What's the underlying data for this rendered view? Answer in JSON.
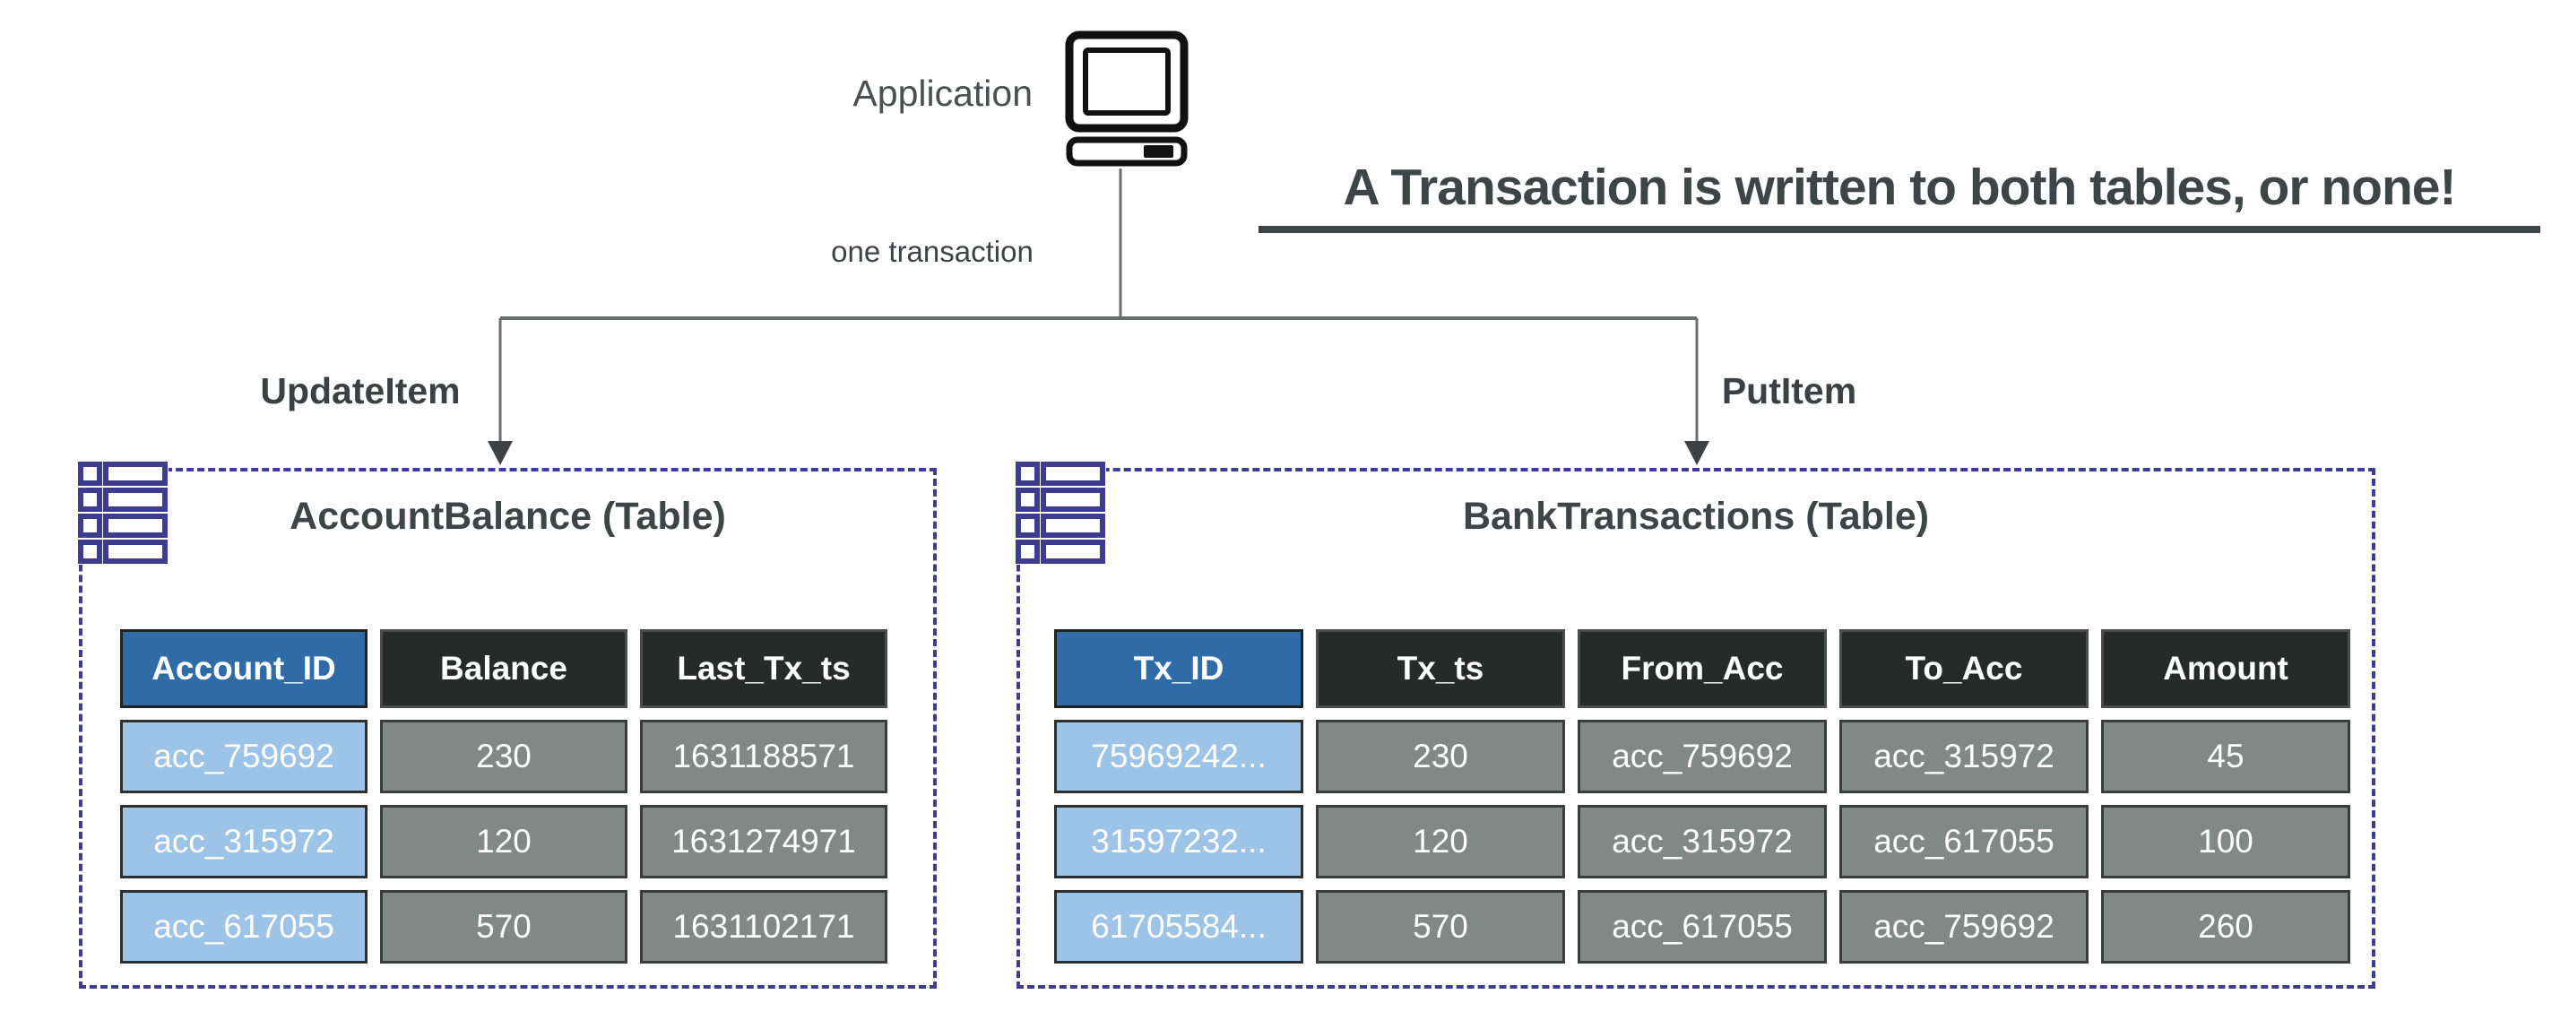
{
  "app": {
    "label": "Application"
  },
  "transaction_label": "one transaction",
  "headline": "A Transaction is written to both tables, or none!",
  "left_branch": {
    "operation": "UpdateItem"
  },
  "right_branch": {
    "operation": "PutItem"
  },
  "left_table": {
    "title": "AccountBalance (Table)",
    "columns": [
      "Account_ID",
      "Balance",
      "Last_Tx_ts"
    ],
    "rows": [
      [
        "acc_759692",
        "230",
        "1631188571"
      ],
      [
        "acc_315972",
        "120",
        "1631274971"
      ],
      [
        "acc_617055",
        "570",
        "1631102171"
      ]
    ]
  },
  "right_table": {
    "title": "BankTransactions (Table)",
    "columns": [
      "Tx_ID",
      "Tx_ts",
      "From_Acc",
      "To_Acc",
      "Amount"
    ],
    "rows": [
      [
        "75969242...",
        "230",
        "acc_759692",
        "acc_315972",
        "45"
      ],
      [
        "31597232...",
        "120",
        "acc_315972",
        "acc_617055",
        "100"
      ],
      [
        "61705584...",
        "570",
        "acc_617055",
        "acc_759692",
        "260"
      ]
    ]
  },
  "icons": {
    "computer": "computer-icon",
    "table": "dynamodb-table-icon"
  },
  "colors": {
    "key_header_bg": "#2f6ba7",
    "header_bg": "#262a29",
    "key_cell_bg": "#9dc3e6",
    "data_cell_bg": "#828885",
    "box_border": "#3e3c8e",
    "icon_indigo": "#3e3c8e",
    "text_dark": "#3f4447",
    "cell_text": "#ffffff"
  }
}
